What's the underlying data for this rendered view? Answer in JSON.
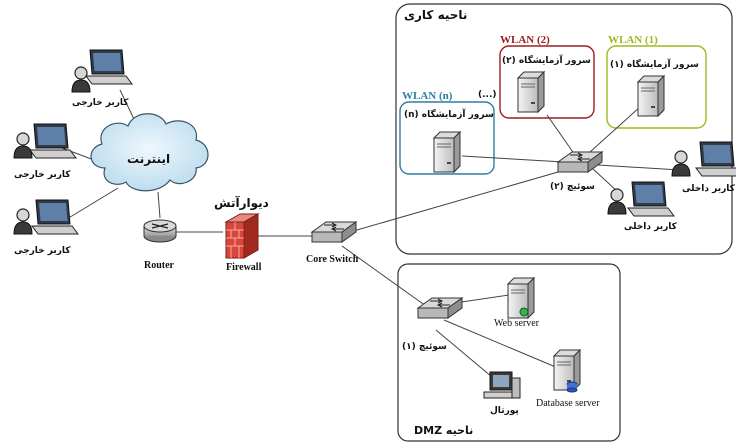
{
  "zones": {
    "work_area_title": "ناحیه کاری",
    "dmz_title": "ناحیه DMZ"
  },
  "wlans": {
    "wlan1": {
      "title": "WLAN (1)",
      "color": "#9bbb1e",
      "server_label": "سرور آزمایشگاه (۱)"
    },
    "wlan2": {
      "title": "WLAN (2)",
      "color": "#9b1d20",
      "server_label": "سرور آزمایشگاه (۲)"
    },
    "wlann": {
      "title": "WLAN (n)",
      "color": "#2b7fa3",
      "server_label": "سرور آزمایشگاه (n)"
    },
    "ellipsis": "(...)"
  },
  "nodes": {
    "internet": "اینترنت",
    "external_user": "کاربر خارجی",
    "router": "Router",
    "firewall_fa": "دیوارآتش",
    "firewall_en": "Firewall",
    "core_switch": "Core Switch",
    "switch2": "سوئیچ (۲)",
    "switch1": "سوئیچ (۱)",
    "internal_user": "کاربر داخلی",
    "web_server": "Web server",
    "database_server": "Database server",
    "portal": "پورتال"
  },
  "colors": {
    "zone_border": "#333333",
    "line": "#444444",
    "firewall_brick": "#d9463a",
    "cloud": "#cfe6f2"
  }
}
